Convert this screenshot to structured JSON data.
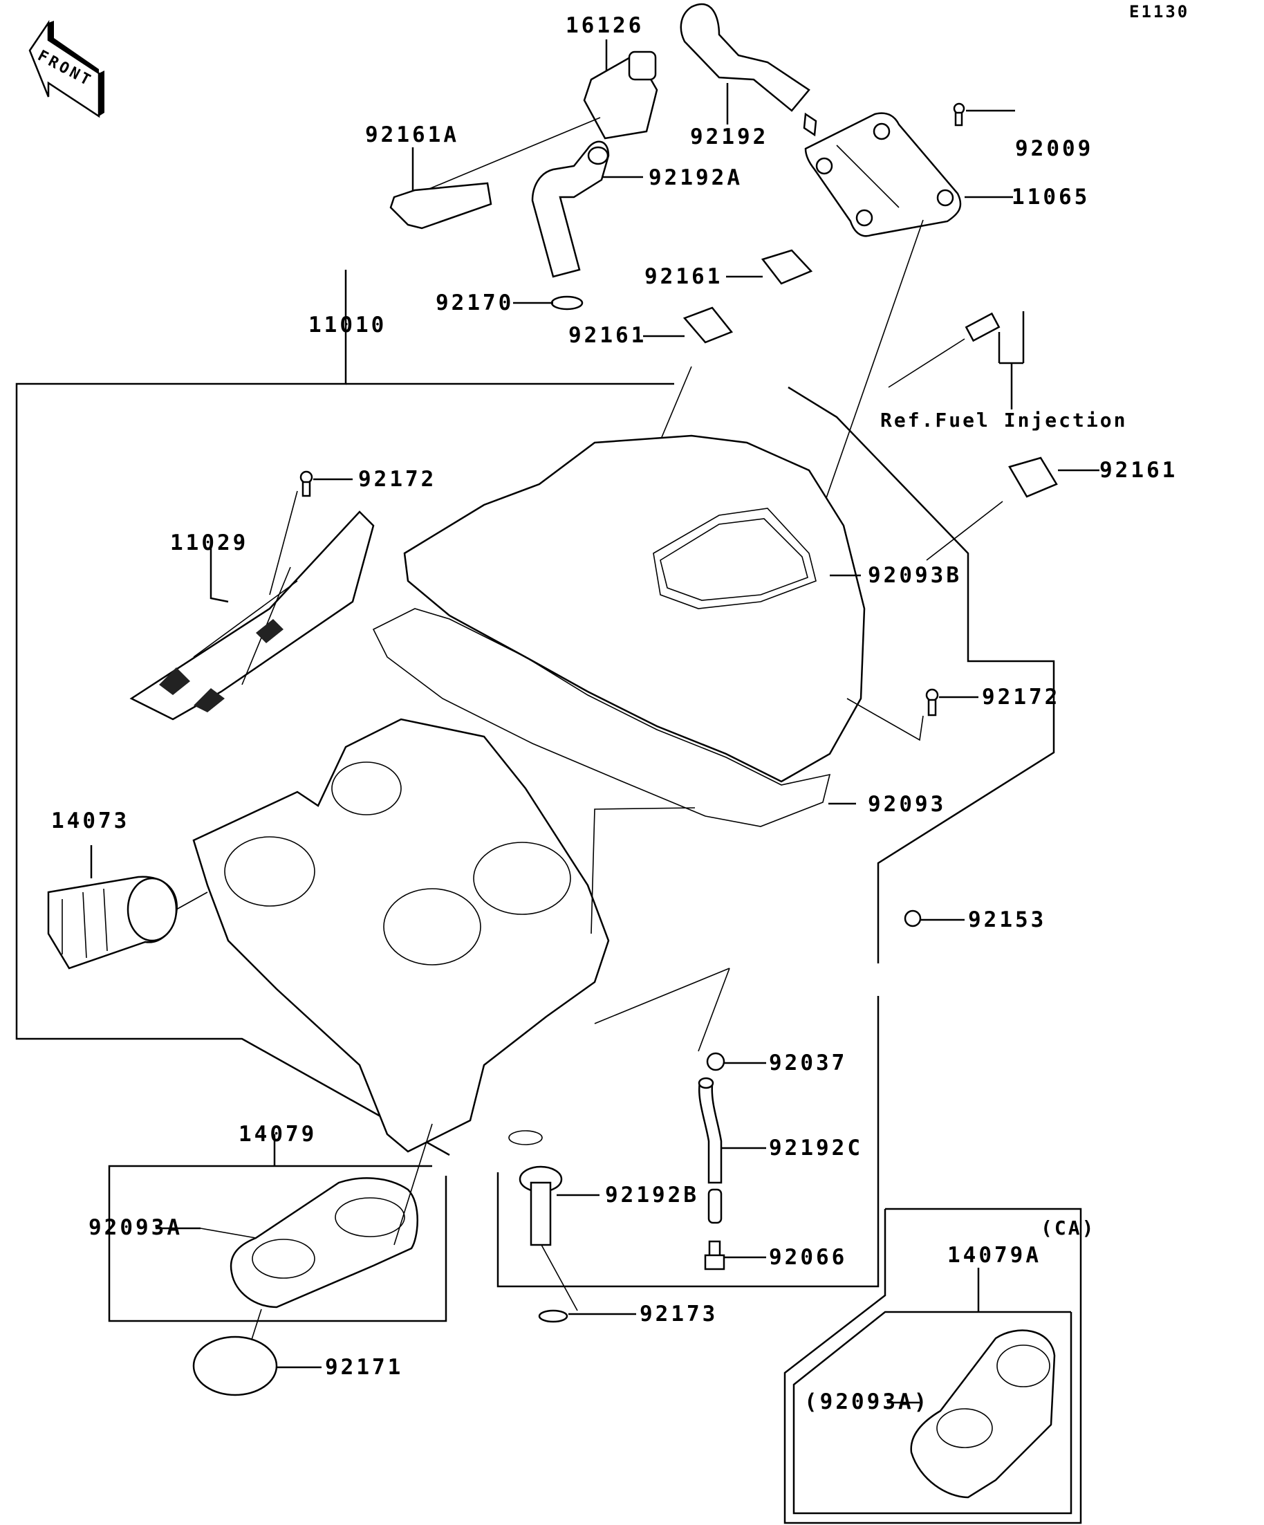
{
  "diagram": {
    "code": "E1130",
    "front_label": "FRONT",
    "labels": {
      "p16126": "16126",
      "p92161A": "92161A",
      "p92192": "92192",
      "p92192A": "92192A",
      "p92009": "92009",
      "p11065": "11065",
      "p92161_a": "92161",
      "p92161_b": "92161",
      "p92161_c": "92161",
      "p92170": "92170",
      "p11010": "11010",
      "ref_fuel": "Ref.Fuel Injection",
      "p92172_a": "92172",
      "p92172_b": "92172",
      "p11029": "11029",
      "p92093B": "92093B",
      "p92093": "92093",
      "p14073": "14073",
      "p92153": "92153",
      "p92037": "92037",
      "p92192C": "92192C",
      "p92192B": "92192B",
      "p92066": "92066",
      "p92173": "92173",
      "p14079": "14079",
      "p92093A": "92093A",
      "p92171": "92171",
      "ca_variant": "(CA)",
      "p14079A": "14079A",
      "p92093A_ref": "(92093A)"
    }
  }
}
